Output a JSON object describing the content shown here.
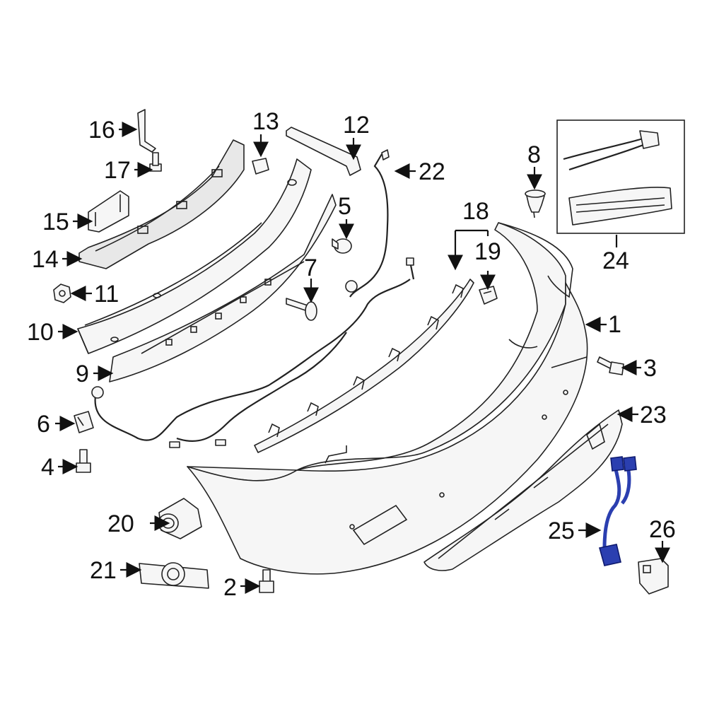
{
  "diagram": {
    "callouts": [
      "1",
      "2",
      "3",
      "4",
      "5",
      "6",
      "7",
      "8",
      "9",
      "10",
      "11",
      "12",
      "13",
      "14",
      "15",
      "16",
      "17",
      "18",
      "19",
      "20",
      "21",
      "22",
      "23",
      "24",
      "25",
      "26"
    ]
  },
  "colors": {
    "line": "#222222",
    "part_fill": "#f6f6f6",
    "highlight": "#2b3fb0"
  }
}
